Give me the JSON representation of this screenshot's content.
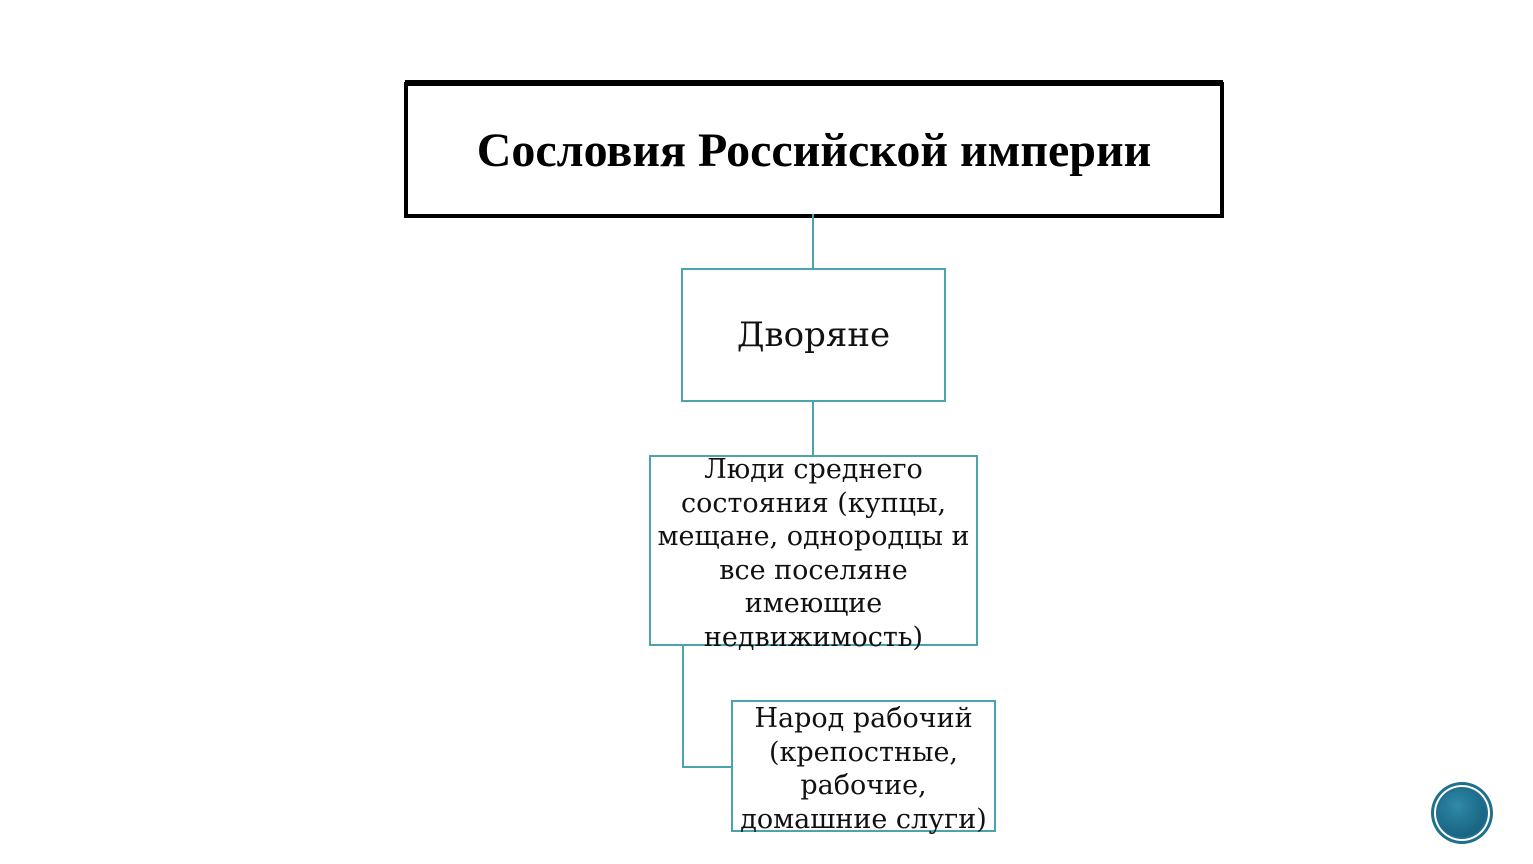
{
  "title": "Сословия Российской империи",
  "nodes": [
    {
      "label": "Дворяне"
    },
    {
      "label": "Люди среднего состояния (купцы, мещане, однородцы и все поселяне имеющие недвижимость)"
    },
    {
      "label": "Народ рабочий (крепостные, рабочие, домашние слуги)"
    }
  ],
  "colors": {
    "title_border": "#000000",
    "node_border": "#4aa3ad",
    "connector": "#4aa3ad",
    "nav_button": "#1f6f8f"
  },
  "nav": {
    "icon": "circle-nav-icon"
  }
}
